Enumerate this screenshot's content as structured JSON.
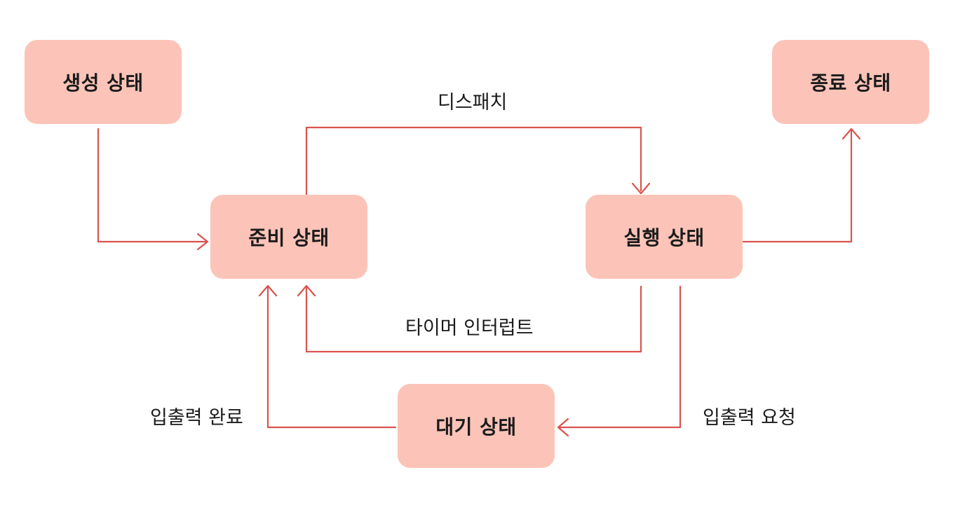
{
  "states": {
    "created": "생성 상태",
    "terminated": "종료 상태",
    "ready": "준비 상태",
    "running": "실행 상태",
    "waiting": "대기 상태"
  },
  "transitions": {
    "dispatch": "디스패치",
    "timer_interrupt": "타이머 인터럽트",
    "io_complete": "입출력 완료",
    "io_request": "입출력 요청"
  },
  "colors": {
    "box_fill": "#fcc4b8",
    "arrow": "#d9534f"
  }
}
